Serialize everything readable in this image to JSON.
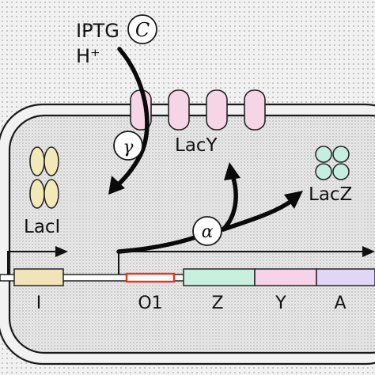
{
  "inducer": {
    "line1": "IPTG",
    "line2": "H⁺",
    "node": "C"
  },
  "transport_node": "γ",
  "induction_node": "α",
  "proteins": {
    "lacy": "LacY",
    "lacz": "LacZ",
    "laci": "LacI"
  },
  "genes": {
    "i": "I",
    "o1": "O1",
    "z": "Z",
    "y": "Y",
    "a": "A"
  },
  "colors": {
    "membrane_protein": "#f6d5e6",
    "laci_protein": "#f3e8b8",
    "lacz_protein": "#c6eee0",
    "gene_i": "#f3e3b8",
    "gene_z": "#c8f0df",
    "gene_y": "#f7d3ea",
    "gene_a": "#e1d6f5",
    "operator": "#e8321e"
  }
}
